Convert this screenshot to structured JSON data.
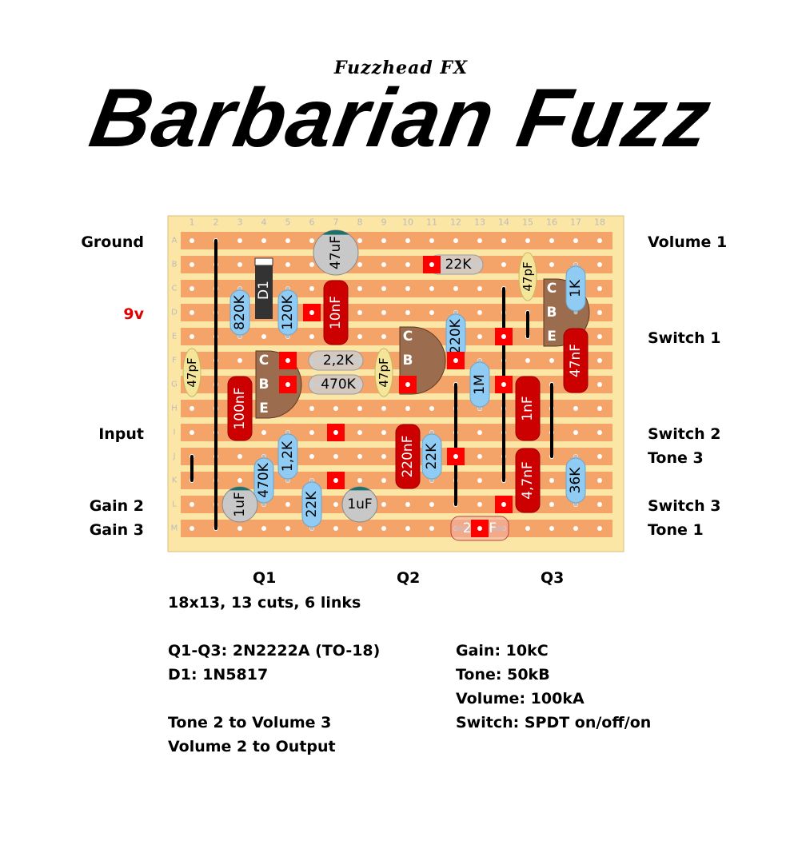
{
  "title": {
    "brand": "Fuzzhead FX",
    "name": "Barbarian Fuzz"
  },
  "board": {
    "columns": [
      "1",
      "2",
      "3",
      "4",
      "5",
      "6",
      "7",
      "8",
      "9",
      "10",
      "11",
      "12",
      "13",
      "14",
      "15",
      "16",
      "17",
      "18"
    ],
    "rows": [
      "A",
      "B",
      "C",
      "D",
      "E",
      "F",
      "G",
      "H",
      "I",
      "J",
      "K",
      "L",
      "M"
    ],
    "colors": {
      "substrate": "#fbe6a6",
      "strip": "#f4a369",
      "hole": "#ffffff",
      "cut": "#ff0000",
      "link": "#000000",
      "resistor": "#8fcbf2",
      "film_cap": "#cc0000",
      "ceramic_cap": "#f3e59a",
      "electrolytic": "#c8c8c8",
      "electro_band": "#1f6f6a",
      "transistor": "#9b6c4e",
      "diode": "#333333"
    }
  },
  "components": [
    {
      "id": "r-820k",
      "type": "resistor",
      "label": "820K",
      "col": 3,
      "from": "C",
      "to": "E"
    },
    {
      "id": "r-120k",
      "type": "resistor",
      "label": "120K",
      "col": 5,
      "from": "C",
      "to": "E"
    },
    {
      "id": "d1",
      "type": "diode",
      "label": "D1",
      "col": 4,
      "from": "B",
      "to": "D"
    },
    {
      "id": "c-10nf",
      "type": "film",
      "label": "10nF",
      "col": 7,
      "from": "C",
      "to": "E"
    },
    {
      "id": "c-47uf",
      "type": "electro",
      "label": "47uF",
      "col": 7,
      "from": "A",
      "to": "B"
    },
    {
      "id": "r-22k-top",
      "type": "resistor-h",
      "label": "22K",
      "row": "B",
      "from": 11,
      "to": 13
    },
    {
      "id": "c-47pf-left",
      "type": "ceramic",
      "label": "47pF",
      "col": 1,
      "from": "F",
      "to": "G"
    },
    {
      "id": "c-100nf",
      "type": "film",
      "label": "100nF",
      "col": 3,
      "from": "G",
      "to": "I"
    },
    {
      "id": "q1",
      "type": "transistor",
      "label": "Q1",
      "col": 4,
      "rows": [
        "F",
        "G",
        "H"
      ]
    },
    {
      "id": "r-2-2k",
      "type": "resistor-h",
      "label": "2,2K",
      "row": "F",
      "from": 6,
      "to": 8
    },
    {
      "id": "r-470k-h",
      "type": "resistor-h",
      "label": "470K",
      "row": "G",
      "from": 6,
      "to": 8
    },
    {
      "id": "c-47pf-mid",
      "type": "ceramic",
      "label": "47pF",
      "col": 9,
      "from": "F",
      "to": "G"
    },
    {
      "id": "q2",
      "type": "transistor",
      "label": "Q2",
      "col": 10,
      "rows": [
        "E",
        "F",
        "G"
      ]
    },
    {
      "id": "r-220k",
      "type": "resistor",
      "label": "220K",
      "col": 12,
      "from": "D",
      "to": "F"
    },
    {
      "id": "r-1m",
      "type": "resistor",
      "label": "1M",
      "col": 13,
      "from": "F",
      "to": "H"
    },
    {
      "id": "c-47pf-right",
      "type": "ceramic",
      "label": "47pF",
      "col": 15,
      "from": "B",
      "to": "C"
    },
    {
      "id": "q3",
      "type": "transistor",
      "label": "Q3",
      "col": 16,
      "rows": [
        "C",
        "D",
        "E"
      ]
    },
    {
      "id": "r-1k",
      "type": "resistor",
      "label": "1K",
      "col": 17,
      "from": "B",
      "to": "D"
    },
    {
      "id": "c-47nf",
      "type": "film",
      "label": "47nF",
      "col": 17,
      "from": "E",
      "to": "G"
    },
    {
      "id": "c-1nf",
      "type": "film",
      "label": "1nF",
      "col": 15,
      "from": "G",
      "to": "I"
    },
    {
      "id": "r-1-2k",
      "type": "resistor",
      "label": "1,2K",
      "col": 5,
      "from": "I",
      "to": "K"
    },
    {
      "id": "r-470k-v",
      "type": "resistor",
      "label": "470K",
      "col": 4,
      "from": "J",
      "to": "L"
    },
    {
      "id": "r-22k-low",
      "type": "resistor",
      "label": "22K",
      "col": 6,
      "from": "K",
      "to": "M"
    },
    {
      "id": "c-1uf-left",
      "type": "electro",
      "label": "1uF",
      "col": 3,
      "from": "L",
      "to": "L"
    },
    {
      "id": "c-1uf-mid",
      "type": "electro-h",
      "label": "1uF",
      "row": "L",
      "from": 8,
      "to": 8
    },
    {
      "id": "c-220nf",
      "type": "film",
      "label": "220nF",
      "col": 10,
      "from": "I",
      "to": "K"
    },
    {
      "id": "r-22k-mid",
      "type": "resistor",
      "label": "22K",
      "col": 11,
      "from": "I",
      "to": "K"
    },
    {
      "id": "c-4-7nf",
      "type": "film",
      "label": "4,7nF",
      "col": 15,
      "from": "J",
      "to": "L"
    },
    {
      "id": "r-36k",
      "type": "resistor",
      "label": "36K",
      "col": 17,
      "from": "J",
      "to": "L"
    },
    {
      "id": "c-22nf",
      "type": "film-h",
      "label": "22nF",
      "row": "M",
      "from": 12,
      "to": 14
    }
  ],
  "pin_labels": [
    "B",
    "C",
    "E"
  ],
  "cuts": [
    {
      "col": 6,
      "row": "D"
    },
    {
      "col": 14,
      "row": "E"
    },
    {
      "col": 12,
      "row": "F"
    },
    {
      "col": 14,
      "row": "G"
    },
    {
      "col": 7,
      "row": "I"
    },
    {
      "col": 12,
      "row": "J"
    },
    {
      "col": 7,
      "row": "K"
    },
    {
      "col": 14,
      "row": "L"
    },
    {
      "col": 13,
      "row": "M"
    },
    {
      "col": 11,
      "row": "B"
    },
    {
      "col": 5,
      "row": "G"
    },
    {
      "col": 5,
      "row": "F"
    },
    {
      "col": 10,
      "row": "G"
    }
  ],
  "links": [
    {
      "col": 2,
      "from": "A",
      "to": "M"
    },
    {
      "col": 1,
      "from": "J",
      "to": "K"
    },
    {
      "col": 12,
      "from": "G",
      "to": "L"
    },
    {
      "col": 14,
      "from": "C",
      "to": "K"
    },
    {
      "col": 15,
      "from": "D",
      "to": "E"
    },
    {
      "col": 16,
      "from": "G",
      "to": "J"
    }
  ],
  "left_labels": [
    {
      "text": "Ground",
      "row": "A",
      "color": "#000000"
    },
    {
      "text": "9v",
      "row": "D",
      "color": "#e00000"
    },
    {
      "text": "Input",
      "row": "I",
      "color": "#000000"
    },
    {
      "text": "Gain 2",
      "row": "L",
      "color": "#000000"
    },
    {
      "text": "Gain 3",
      "row": "M",
      "color": "#000000"
    }
  ],
  "right_labels": [
    {
      "text": "Volume 1",
      "row": "A"
    },
    {
      "text": "Switch 1",
      "row": "E"
    },
    {
      "text": "Switch 2",
      "row": "I"
    },
    {
      "text": "Tone 3",
      "row": "J"
    },
    {
      "text": "Switch 3",
      "row": "L"
    },
    {
      "text": "Tone 1",
      "row": "M"
    }
  ],
  "transistor_labels": [
    "Q1",
    "Q2",
    "Q3"
  ],
  "notes": {
    "summary": "18x13, 13 cuts, 6 links",
    "transistors": "Q1-Q3: 2N2222A (TO-18)",
    "diode": "D1: 1N5817",
    "wire1": "Tone 2 to Volume 3",
    "wire2": "Volume 2 to Output",
    "gain": "Gain: 10kC",
    "tone": "Tone: 50kB",
    "volume": "Volume: 100kA",
    "switch": "Switch: SPDT on/off/on"
  }
}
